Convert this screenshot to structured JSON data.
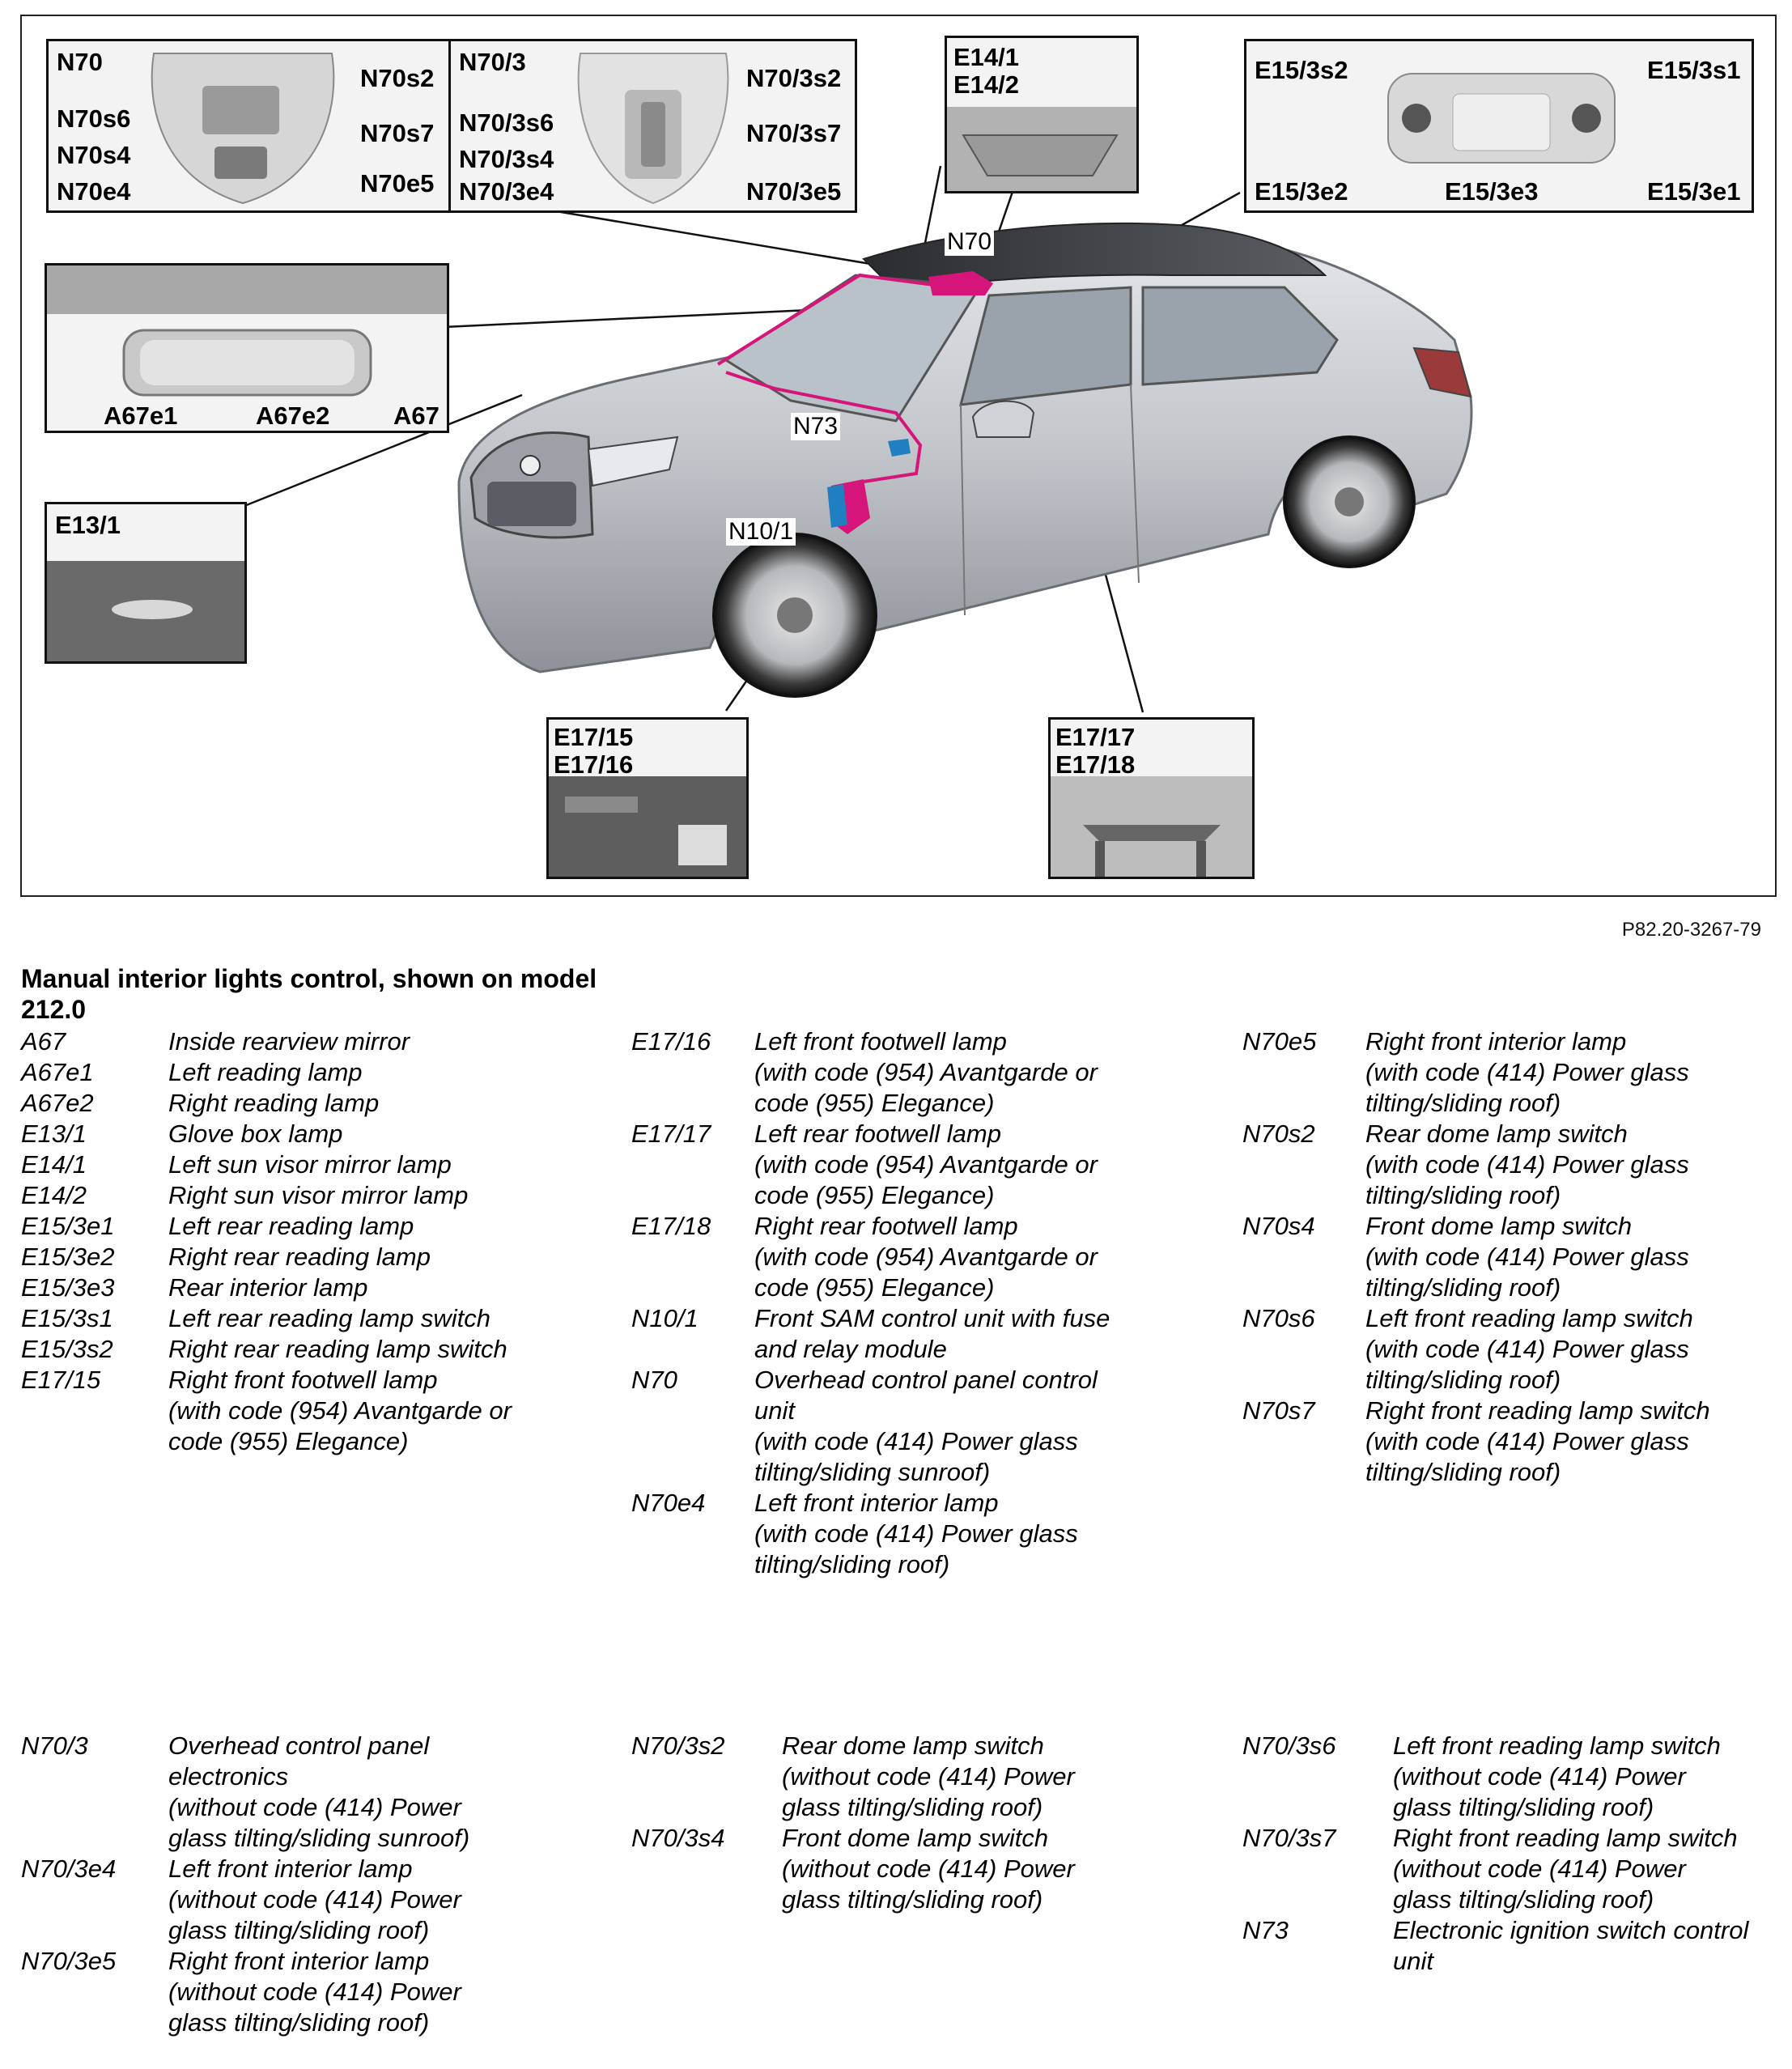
{
  "figure_ref": "P82.20-3267-79",
  "title": "Manual interior lights control, shown on model 212.0",
  "insets": {
    "overhead_n70": {
      "labels": [
        "N70",
        "N70s2",
        "N70s6",
        "N70s7",
        "N70s4",
        "N70e4",
        "N70e5"
      ]
    },
    "overhead_n70_3": {
      "labels": [
        "N70/3",
        "N70/3s2",
        "N70/3s6",
        "N70/3s7",
        "N70/3s4",
        "N70/3e4",
        "N70/3e5"
      ]
    },
    "sun_visor": {
      "labels": [
        "E14/1",
        "E14/2"
      ]
    },
    "rear_lamp": {
      "labels": [
        "E15/3s2",
        "E15/3s1",
        "E15/3e2",
        "E15/3e3",
        "E15/3e1"
      ]
    },
    "mirror": {
      "labels": [
        "A67e1",
        "A67e2",
        "A67"
      ]
    },
    "glovebox": {
      "labels": [
        "E13/1"
      ]
    },
    "front_footwell": {
      "labels": [
        "E17/15",
        "E17/16"
      ]
    },
    "rear_footwell": {
      "labels": [
        "E17/17",
        "E17/18"
      ]
    }
  },
  "callouts": {
    "n70": "N70",
    "n73": "N73",
    "n10_1": "N10/1"
  },
  "legend_top": [
    [
      {
        "code": "A67",
        "desc": "Inside rearview mirror"
      },
      {
        "code": "A67e1",
        "desc": "Left reading lamp"
      },
      {
        "code": "A67e2",
        "desc": "Right reading lamp"
      },
      {
        "code": "E13/1",
        "desc": "Glove box lamp"
      },
      {
        "code": "E14/1",
        "desc": "Left sun visor mirror lamp"
      },
      {
        "code": "E14/2",
        "desc": "Right sun visor mirror lamp"
      },
      {
        "code": "E15/3e1",
        "desc": "Left rear reading lamp"
      },
      {
        "code": "E15/3e2",
        "desc": "Right rear reading lamp"
      },
      {
        "code": "E15/3e3",
        "desc": "Rear interior lamp"
      },
      {
        "code": "E15/3s1",
        "desc": "Left rear reading lamp switch"
      },
      {
        "code": "E15/3s2",
        "desc": "Right rear reading lamp switch"
      },
      {
        "code": "E17/15",
        "desc": "Right front footwell lamp\n(with code (954) Avantgarde or\ncode (955) Elegance)"
      }
    ],
    [
      {
        "code": "E17/16",
        "desc": "Left front footwell lamp\n(with code (954) Avantgarde or\ncode (955) Elegance)"
      },
      {
        "code": "E17/17",
        "desc": "Left rear footwell lamp\n(with code (954) Avantgarde or\ncode (955) Elegance)"
      },
      {
        "code": "E17/18",
        "desc": "Right rear footwell lamp\n(with code (954) Avantgarde or\ncode (955) Elegance)"
      },
      {
        "code": "N10/1",
        "desc": "Front SAM control unit with fuse\nand relay module"
      },
      {
        "code": "N70",
        "desc": "Overhead control panel control\nunit\n(with code (414) Power glass\ntilting/sliding sunroof)"
      },
      {
        "code": "N70e4",
        "desc": "Left front interior lamp\n(with code (414) Power glass\ntilting/sliding roof)"
      }
    ],
    [
      {
        "code": "N70e5",
        "desc": "Right front interior lamp\n(with code (414) Power glass\ntilting/sliding roof)"
      },
      {
        "code": "N70s2",
        "desc": "Rear dome lamp switch\n(with code (414) Power glass\ntilting/sliding roof)"
      },
      {
        "code": "N70s4",
        "desc": "Front dome lamp switch\n(with code (414) Power glass\ntilting/sliding roof)"
      },
      {
        "code": "N70s6",
        "desc": "Left front reading lamp switch\n(with code (414) Power glass\ntilting/sliding roof)"
      },
      {
        "code": "N70s7",
        "desc": "Right front reading lamp switch\n(with code (414) Power glass\ntilting/sliding roof)"
      }
    ]
  ],
  "legend_bottom": [
    [
      {
        "code": "N70/3",
        "desc": "Overhead control panel\nelectronics\n(without code (414) Power\nglass tilting/sliding sunroof)"
      },
      {
        "code": "N70/3e4",
        "desc": "Left front interior lamp\n(without code (414) Power\nglass tilting/sliding roof)"
      },
      {
        "code": "N70/3e5",
        "desc": "Right front interior lamp\n(without code (414) Power\nglass tilting/sliding roof)"
      }
    ],
    [
      {
        "code": "N70/3s2",
        "desc": "Rear dome lamp switch\n(without code (414) Power\nglass tilting/sliding roof)"
      },
      {
        "code": "N70/3s4",
        "desc": "Front dome lamp switch\n(without code (414) Power\nglass tilting/sliding roof)"
      }
    ],
    [
      {
        "code": "N70/3s6",
        "desc": "Left front reading lamp switch\n(without code (414) Power\nglass tilting/sliding roof)"
      },
      {
        "code": "N70/3s7",
        "desc": "Right front reading lamp switch\n(without code (414) Power\nglass tilting/sliding roof)"
      },
      {
        "code": "N73",
        "desc": "Electronic ignition switch control\nunit"
      }
    ]
  ],
  "colors": {
    "highlight_magenta": "#d6157a",
    "highlight_blue": "#1f7fc0",
    "car_silver": "#c4c7cc"
  }
}
